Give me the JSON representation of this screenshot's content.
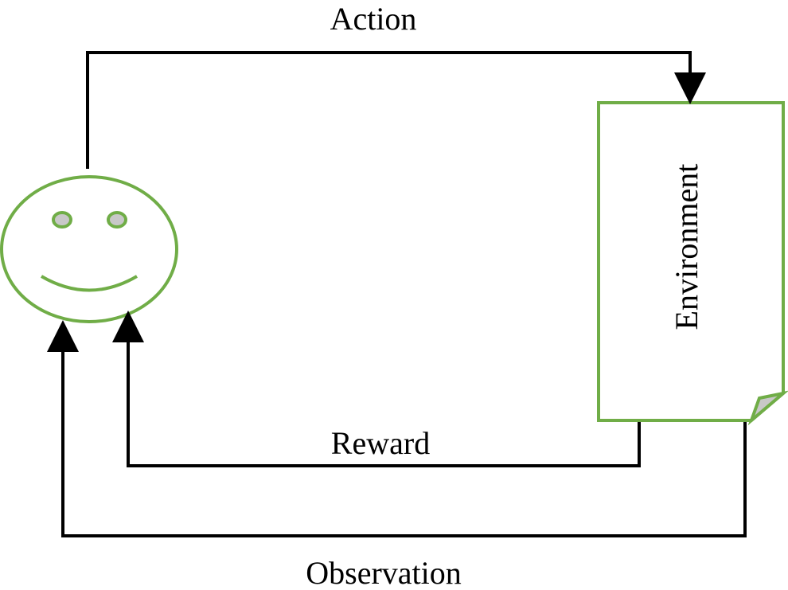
{
  "labels": {
    "action": "Action",
    "environment": "Environment",
    "reward": "Reward",
    "observation": "Observation"
  },
  "colors": {
    "accent": "#70AD47",
    "arrow": "#000000",
    "eye_fill": "#C8C8C8",
    "corner_fill": "#C8C8C8",
    "background": "#FFFFFF"
  },
  "icons": {
    "agent": "smiley-face-icon",
    "environment": "document-page-icon"
  }
}
